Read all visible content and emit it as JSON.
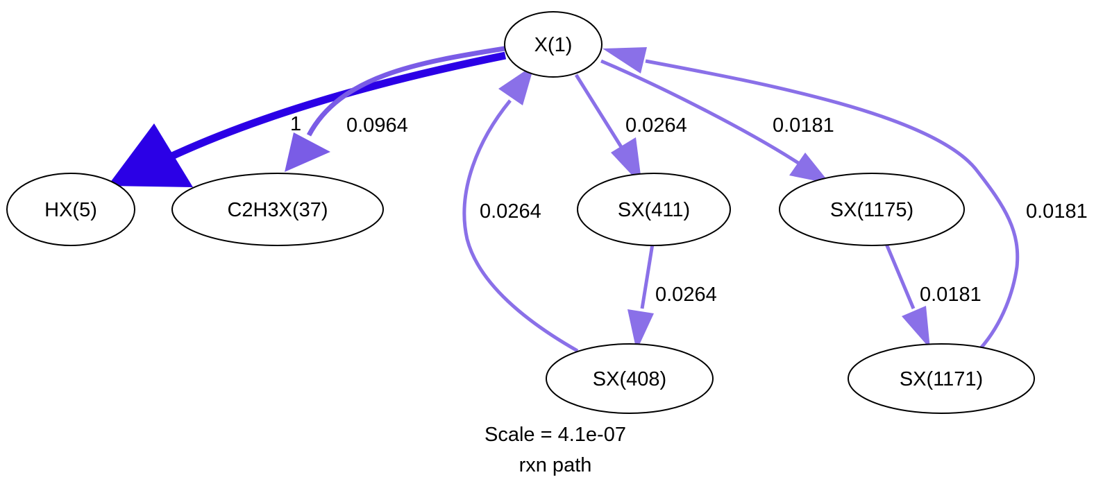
{
  "colors": {
    "strong_edge": "#2b00e6",
    "weak_edge": "#8a70e8",
    "medium_edge": "#7a5ce6"
  },
  "nodes": {
    "x1": "X(1)",
    "hx5": "HX(5)",
    "c2h3x37": "C2H3X(37)",
    "sx411": "SX(411)",
    "sx1175": "SX(1175)",
    "sx408": "SX(408)",
    "sx1171": "SX(1171)"
  },
  "edges": {
    "x1_hx5": "1",
    "x1_c2h3x37": "0.0964",
    "x1_sx411": "0.0264",
    "x1_sx1175": "0.0181",
    "sx408_x1": "0.0264",
    "sx411_sx408": "0.0264",
    "sx1175_sx1171": "0.0181",
    "sx1171_x1": "0.0181"
  },
  "caption": {
    "scale": "Scale = 4.1e-07",
    "title": "rxn path"
  }
}
